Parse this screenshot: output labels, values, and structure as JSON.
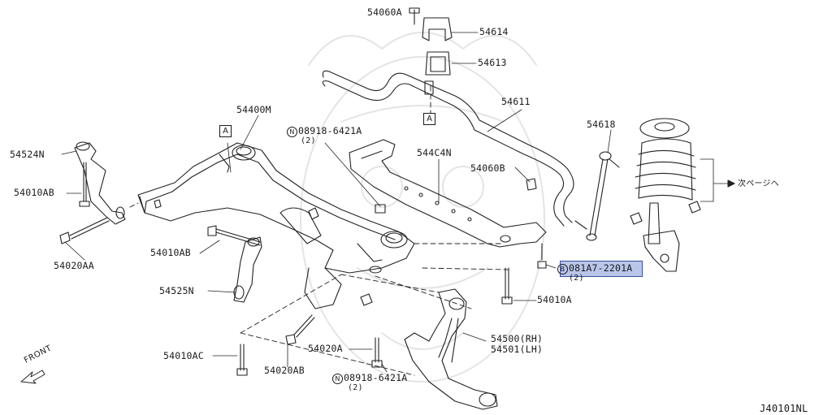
{
  "diagram_id": "J40101NL",
  "front_label": "FRONT",
  "next_page_label": "次ページへ",
  "highlight_color": "#b9c6ea",
  "section_marker": "A",
  "parts": {
    "p54060A": "54060A",
    "p54614": "54614",
    "p54613": "54613",
    "p54611": "54611",
    "p54618": "54618",
    "p54400M": "54400M",
    "p54524N": "54524N",
    "p54010AB_left": "54010AB",
    "p54020AA": "54020AA",
    "p54010AB_mid": "54010AB",
    "p54525N": "54525N",
    "p54010AC": "54010AC",
    "p54020AB": "54020AB",
    "p54020A": "54020A",
    "p544C4N": "544C4N",
    "p54060B": "54060B",
    "p54010A": "54010A",
    "p54500": "54500(RH)",
    "p54501": "54501(LH)",
    "bolt_highlighted": "081A7-2201A",
    "bolt_highlighted_prefix": "B",
    "bolt_highlighted_qty": "(2)",
    "nut_top": "08918-6421A",
    "nut_top_prefix": "N",
    "nut_top_qty": "(2)",
    "nut_bottom": "08918-6421A",
    "nut_bottom_prefix": "N",
    "nut_bottom_qty": "(2)"
  }
}
